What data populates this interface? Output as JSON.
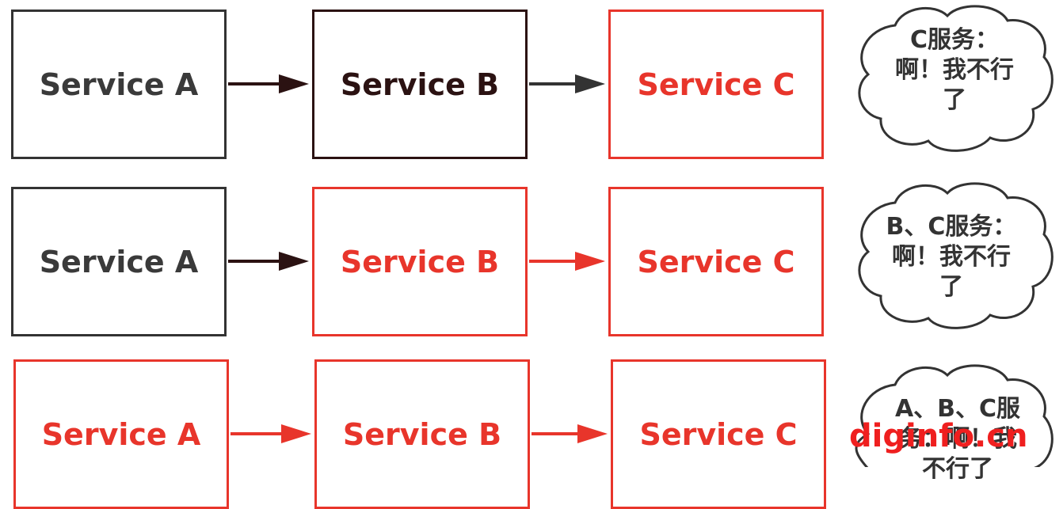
{
  "colors": {
    "normal": "#333333",
    "dark": "#2b1212",
    "failed": "#e8352b",
    "watermark": "#ef1f1f"
  },
  "rows": [
    {
      "services": [
        "Service A",
        "Service B",
        "Service C"
      ],
      "states": [
        "normal",
        "dark",
        "failed"
      ],
      "bubble": [
        "C服务：",
        "啊！我不行",
        "了"
      ]
    },
    {
      "services": [
        "Service A",
        "Service B",
        "Service C"
      ],
      "states": [
        "normal",
        "failed",
        "failed"
      ],
      "bubble": [
        "B、C服务：",
        "啊！我不行",
        "了"
      ]
    },
    {
      "services": [
        "Service A",
        "Service B",
        "Service C"
      ],
      "states": [
        "failed",
        "failed",
        "failed"
      ],
      "bubble": [
        "A、B、C服",
        "务：啊！我",
        "不行了"
      ]
    }
  ],
  "watermark": "diginfo.cn"
}
